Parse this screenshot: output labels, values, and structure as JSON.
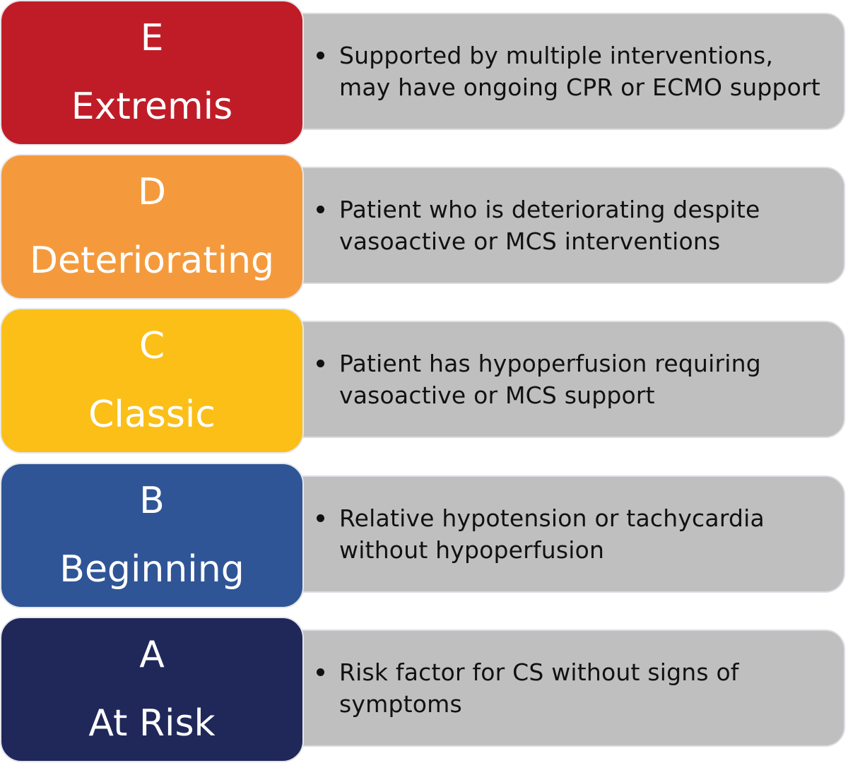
{
  "stages": [
    {
      "letter": "E",
      "name": "Extremis",
      "color": "#c01c27",
      "description": "Supported by multiple interventions, may have ongoing CPR or ECMO support"
    },
    {
      "letter": "D",
      "name": "Deteriorating",
      "color": "#f59a3c",
      "description": "Patient who is deteriorating despite vasoactive or MCS interventions"
    },
    {
      "letter": "C",
      "name": "Classic",
      "color": "#fbbf18",
      "description": "Patient has hypoperfusion requiring vasoactive or MCS support"
    },
    {
      "letter": "B",
      "name": "Beginning",
      "color": "#2f5596",
      "description": "Relative hypotension or tachycardia without hypoperfusion"
    },
    {
      "letter": "A",
      "name": "At Risk",
      "color": "#1f2859",
      "description": "Risk factor for CS without signs of symptoms"
    }
  ]
}
